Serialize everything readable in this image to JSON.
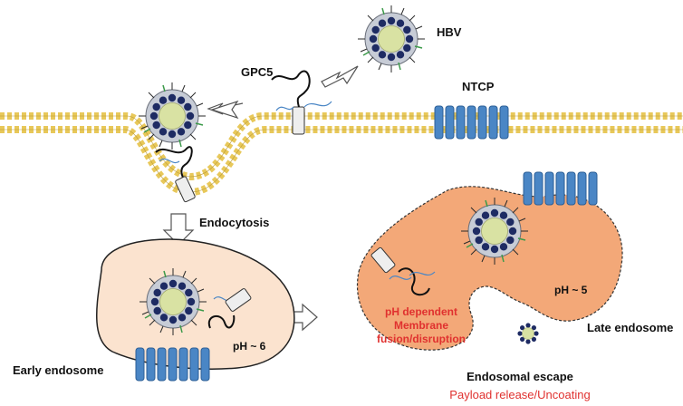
{
  "labels": {
    "hbv": "HBV",
    "gpc5": "GPC5",
    "ntcp": "NTCP",
    "endocytosis": "Endocytosis",
    "early_endosome": "Early endosome",
    "ph_early": "pH ~ 6",
    "ph_late": "pH ~ 5",
    "late_endosome": "Late endosome",
    "fusion_line1": "pH dependent",
    "fusion_line2": "Membrane",
    "fusion_line3": "fusion/disruption",
    "escape_title": "Endosomal escape",
    "escape_subtitle": "Payload release/Uncoating"
  },
  "colors": {
    "membrane_head": "#e8c85a",
    "capsid_bead": "#1e2b63",
    "capsid_core": "#d9e2a3",
    "envelope": "#c7ccd6",
    "receptor_blue": "#4a86c5",
    "early_endosome_fill": "#fbe3cf",
    "late_endosome_fill": "#f3a878",
    "accent_red": "#e0312f"
  }
}
